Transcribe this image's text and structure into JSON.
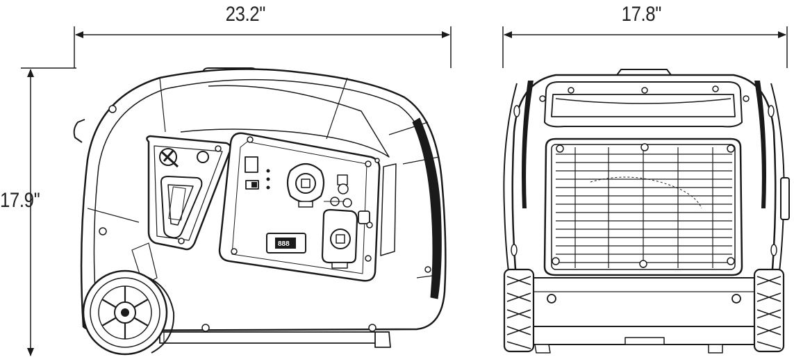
{
  "dimensions": {
    "width": "23.2''",
    "depth": "17.8''",
    "height": "17.9''"
  },
  "display": {
    "readout": "888"
  },
  "colors": {
    "line": "#1a1a1a",
    "fill": "#ffffff"
  }
}
